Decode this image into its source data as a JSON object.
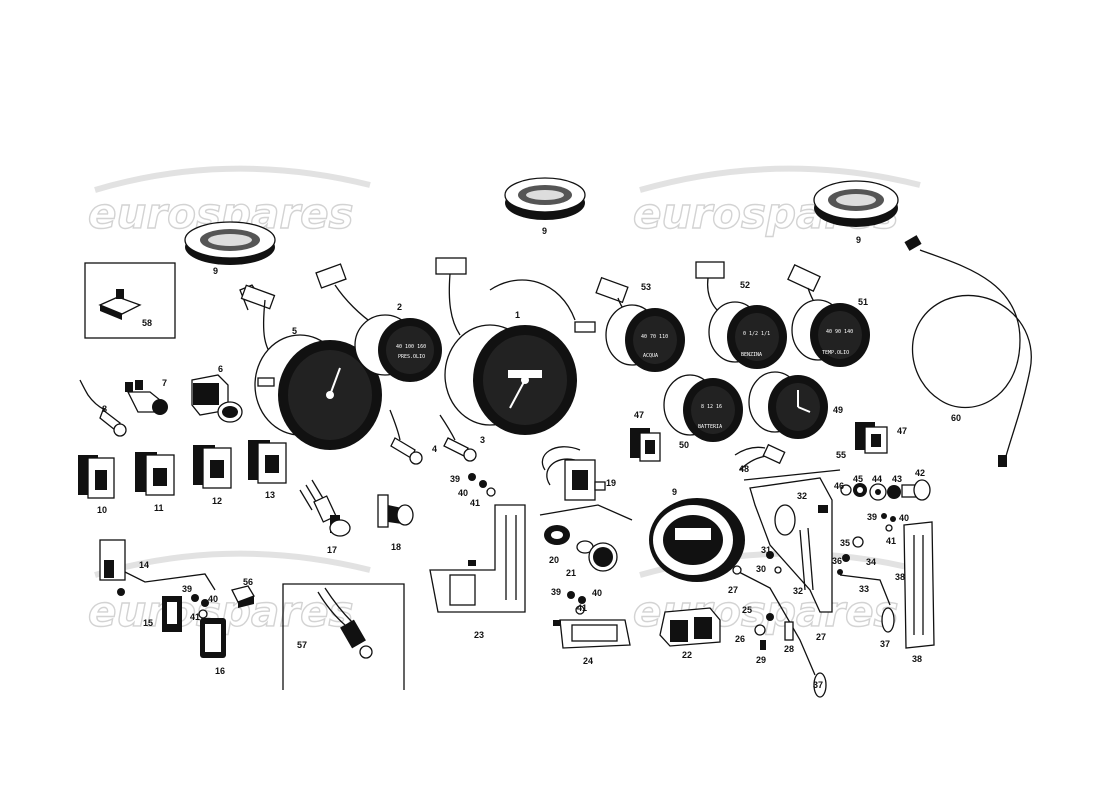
{
  "watermarks": [
    "eurospares",
    "eurospares",
    "eurospares",
    "eurospares"
  ],
  "dial_text": {
    "acqua": "ACQUA",
    "benzina": "BENZINA",
    "temp_olio": "TEMP.OLIO",
    "batteria": "BATTERIA",
    "press_olio": "PRES.OLIO"
  },
  "parts": [
    {
      "num": "1"
    },
    {
      "num": "2"
    },
    {
      "num": "3"
    },
    {
      "num": "4"
    },
    {
      "num": "5"
    },
    {
      "num": "6"
    },
    {
      "num": "7"
    },
    {
      "num": "8"
    },
    {
      "num": "9"
    },
    {
      "num": "10"
    },
    {
      "num": "11"
    },
    {
      "num": "12"
    },
    {
      "num": "13"
    },
    {
      "num": "14"
    },
    {
      "num": "15"
    },
    {
      "num": "16"
    },
    {
      "num": "17"
    },
    {
      "num": "18"
    },
    {
      "num": "19"
    },
    {
      "num": "20"
    },
    {
      "num": "21"
    },
    {
      "num": "22"
    },
    {
      "num": "23"
    },
    {
      "num": "24"
    },
    {
      "num": "25"
    },
    {
      "num": "26"
    },
    {
      "num": "27"
    },
    {
      "num": "28"
    },
    {
      "num": "29"
    },
    {
      "num": "30"
    },
    {
      "num": "31"
    },
    {
      "num": "32"
    },
    {
      "num": "33"
    },
    {
      "num": "34"
    },
    {
      "num": "35"
    },
    {
      "num": "36"
    },
    {
      "num": "37"
    },
    {
      "num": "38"
    },
    {
      "num": "39"
    },
    {
      "num": "40"
    },
    {
      "num": "41"
    },
    {
      "num": "42"
    },
    {
      "num": "43"
    },
    {
      "num": "44"
    },
    {
      "num": "45"
    },
    {
      "num": "46"
    },
    {
      "num": "47"
    },
    {
      "num": "48"
    },
    {
      "num": "49"
    },
    {
      "num": "50"
    },
    {
      "num": "51"
    },
    {
      "num": "52"
    },
    {
      "num": "53"
    },
    {
      "num": "55"
    },
    {
      "num": "56"
    },
    {
      "num": "57"
    },
    {
      "num": "58"
    },
    {
      "num": "60"
    }
  ]
}
